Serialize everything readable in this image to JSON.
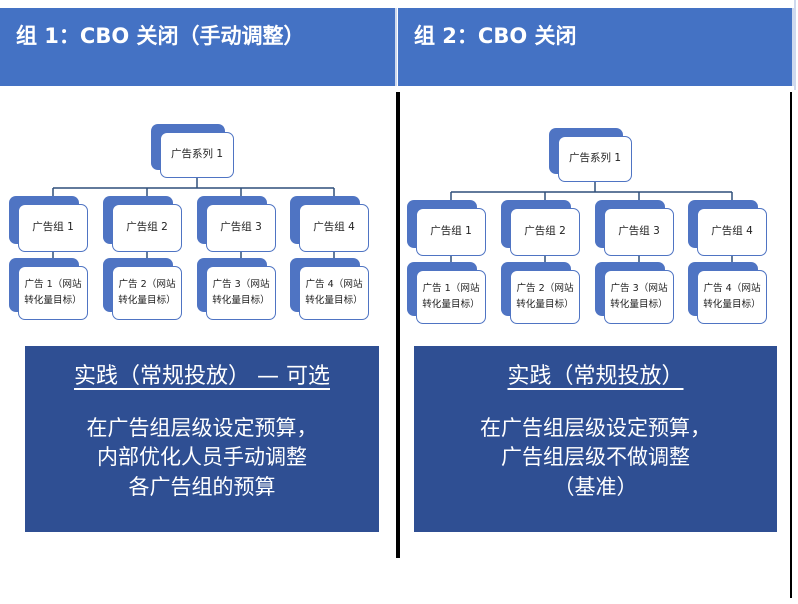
{
  "panels": [
    {
      "header": "组 1：CBO 关闭（手动调整）",
      "chart": {
        "root": "广告系列 1",
        "groups": [
          "广告组 1",
          "广告组 2",
          "广告组 3",
          "广告组 4"
        ],
        "ads": [
          "广告 1（网站转化量目标）",
          "广告 2（网站转化量目标）",
          "广告 3（网站转化量目标）",
          "广告 4（网站转化量目标）"
        ]
      },
      "box": {
        "title": "实践（常规投放） — 可选",
        "lines": [
          "在广告组层级设定预算，",
          "内部优化人员手动调整",
          "各广告组的预算"
        ]
      }
    },
    {
      "header": "组 2：CBO 关闭",
      "chart": {
        "root": "广告系列 1",
        "groups": [
          "广告组 1",
          "广告组 2",
          "广告组 3",
          "广告组 4"
        ],
        "ads": [
          "广告 1（网站转化量目标）",
          "广告 2（网站转化量目标）",
          "广告 3（网站转化量目标）",
          "广告 4（网站转化量目标）"
        ]
      },
      "box": {
        "title": "实践（常规投放）",
        "lines": [
          "在广告组层级设定预算，",
          "广告组层级不做调整",
          "（基准）"
        ]
      }
    }
  ],
  "colors": {
    "header_bg": "#4472c4",
    "box_bg": "#2f4f93",
    "node_border": "#4f74c3"
  }
}
